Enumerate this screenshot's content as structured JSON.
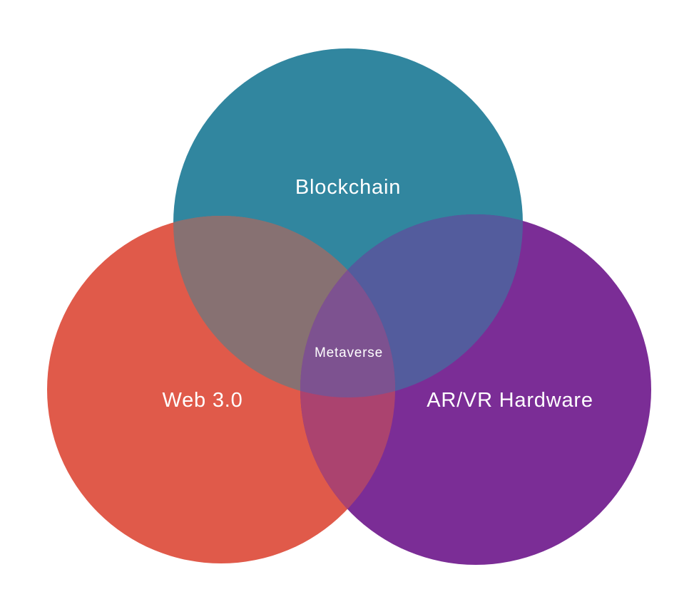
{
  "diagram": {
    "type": "venn-3",
    "background_color": "#ffffff",
    "label_color": "#ffffff",
    "sets": [
      {
        "id": "blockchain",
        "label": "Blockchain",
        "color": "#31869F"
      },
      {
        "id": "web3",
        "label": "Web 3.0",
        "color": "#E05A4A"
      },
      {
        "id": "arvr",
        "label": "AR/VR Hardware",
        "color": "#7B2D96"
      }
    ],
    "overlaps": {
      "blockchain_web3": {
        "color": "#877172"
      },
      "blockchain_arvr": {
        "color": "#535C9D"
      },
      "web3_arvr": {
        "color": "#AB436F"
      },
      "center": {
        "label": "Metaverse",
        "color": "#7D5290"
      }
    }
  }
}
